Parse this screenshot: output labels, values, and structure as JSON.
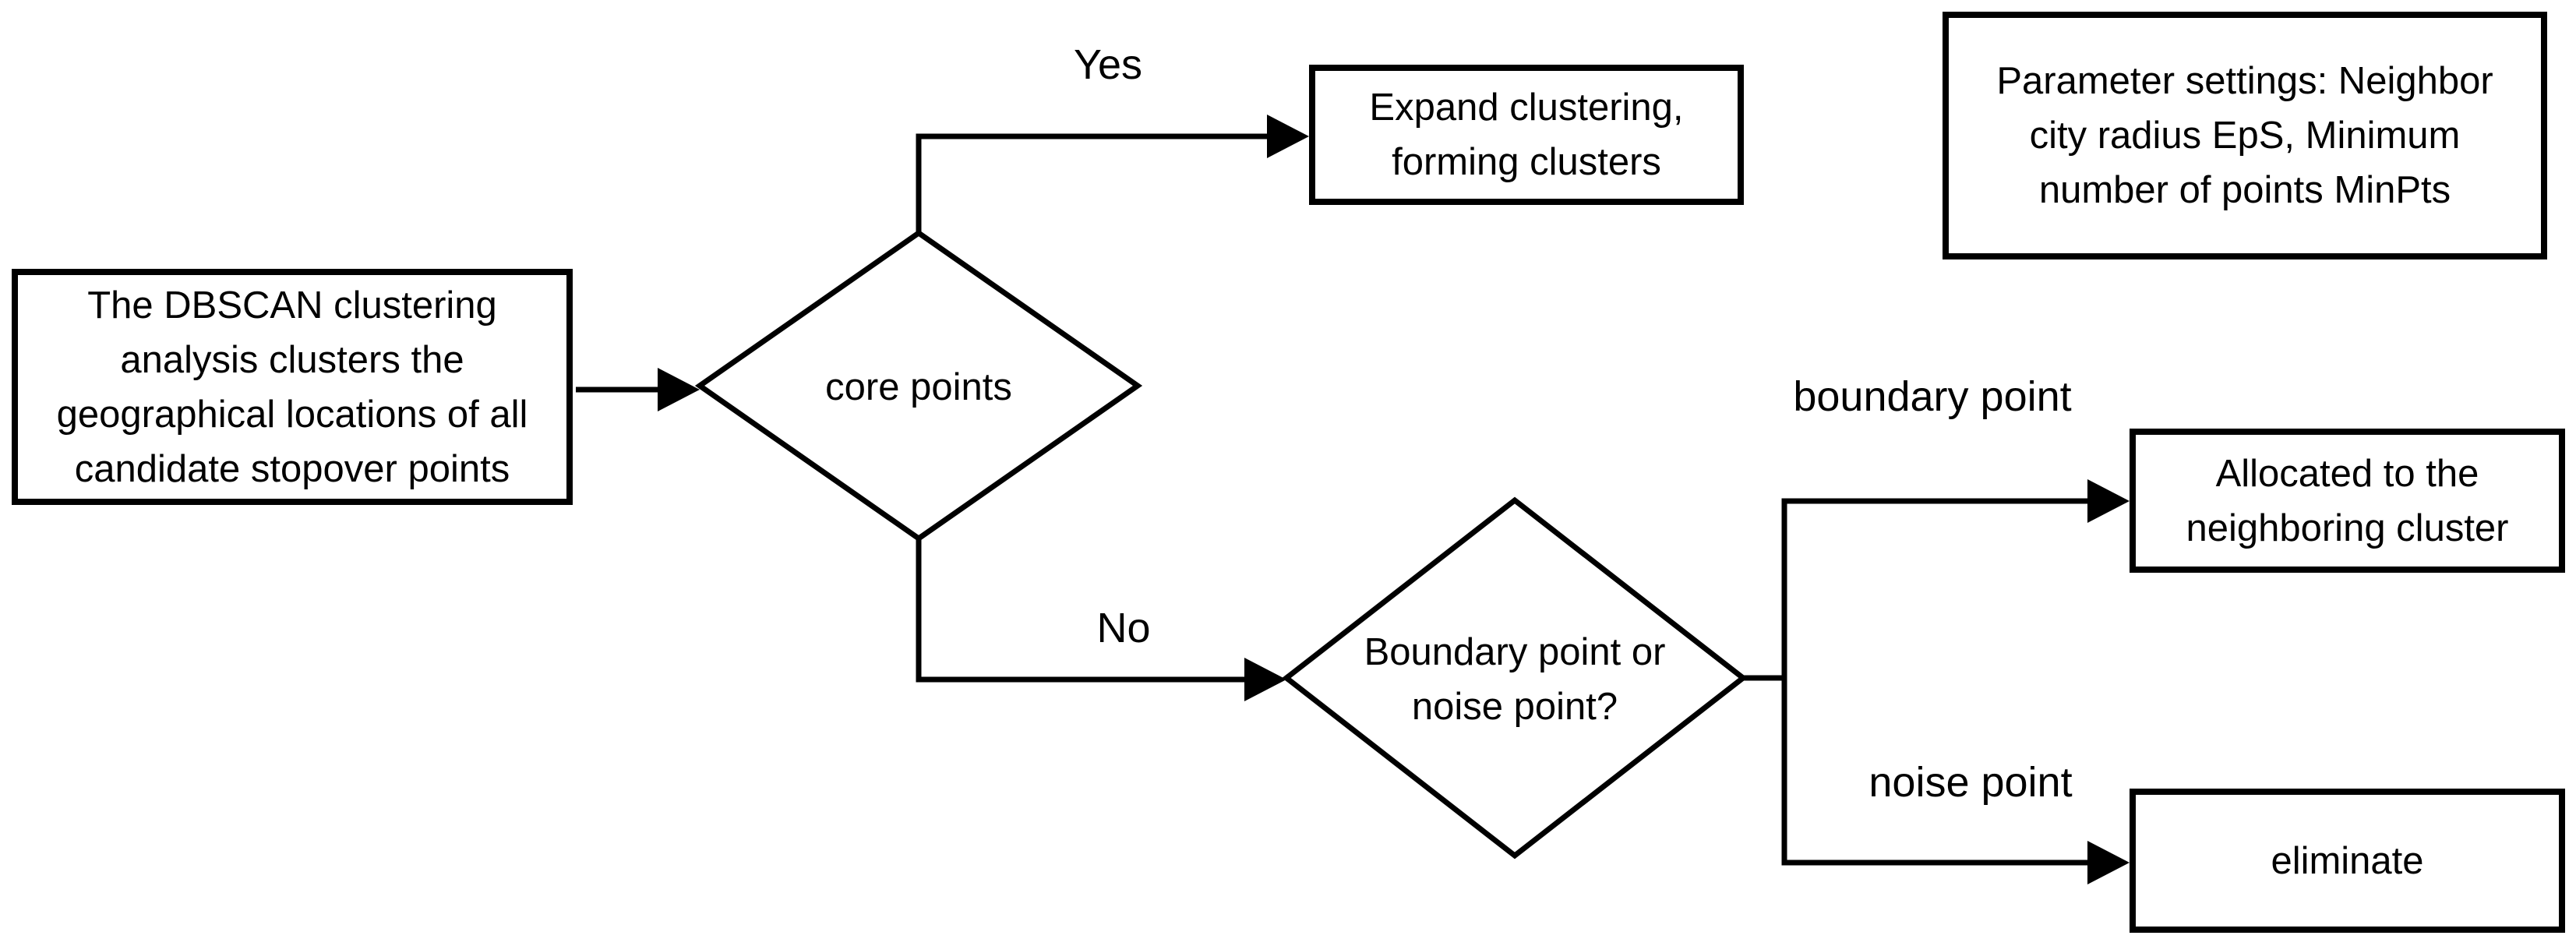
{
  "nodes": {
    "start": {
      "lines": [
        "The DBSCAN clustering",
        "analysis clusters the",
        "geographical locations of all",
        "candidate stopover points"
      ]
    },
    "decision_core": {
      "lines": [
        "core points"
      ]
    },
    "expand": {
      "lines": [
        "Expand clustering,",
        "forming clusters"
      ]
    },
    "parameters": {
      "lines": [
        "Parameter settings: Neighbor",
        "city radius EpS, Minimum",
        "number of points MinPts"
      ]
    },
    "decision_boundary": {
      "lines": [
        "Boundary point or",
        "noise point?"
      ]
    },
    "allocated": {
      "lines": [
        "Allocated to the",
        "neighboring cluster"
      ]
    },
    "eliminate": {
      "lines": [
        "eliminate"
      ]
    }
  },
  "labels": {
    "yes": "Yes",
    "no": "No",
    "boundary": "boundary point",
    "noise": "noise point"
  },
  "colors": {
    "stroke": "#000000",
    "fill": "#ffffff",
    "background": "#ffffff"
  }
}
